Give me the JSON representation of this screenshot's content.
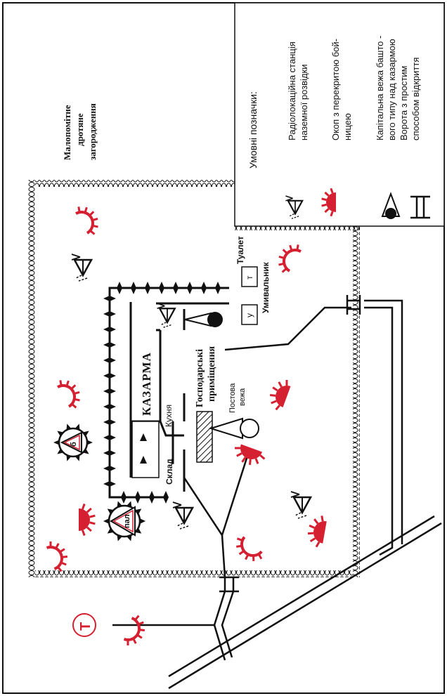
{
  "labels": {
    "wire_obstacle": [
      "Малопомітне",
      "дротяне",
      "загородження"
    ],
    "barracks": "КАЗАРМА",
    "kitchen": "Кухня",
    "warehouse": "Склад",
    "utility_rooms": [
      "Господарські",
      "приміщення"
    ],
    "post_tower": [
      "Постова",
      "вежа"
    ],
    "toilet": "Туалет",
    "washroom": "Умивальник",
    "toilet_letter": "т",
    "washroom_letter": "у",
    "ammo_letter": "б",
    "fuel_letter": "пал",
    "phone_letter": "Т"
  },
  "legend": {
    "title": "Умовні позначки:",
    "items": [
      {
        "icon": "radar-icon",
        "lines": [
          "Радіолокаційна станція",
          "наземної розвідки"
        ]
      },
      {
        "icon": "trench-icon",
        "lines": [
          "Окоп з перекритою бой-",
          "ницею"
        ]
      },
      {
        "icon": "tower-icon",
        "lines": [
          "Капітальна вежа башто -",
          "вого типу над казармою"
        ]
      },
      {
        "icon": "gate-icon",
        "lines": [
          "Ворота з простим",
          "способом відкриття"
        ]
      }
    ]
  },
  "colors": {
    "trench": "#d42030",
    "ink": "#111111"
  }
}
